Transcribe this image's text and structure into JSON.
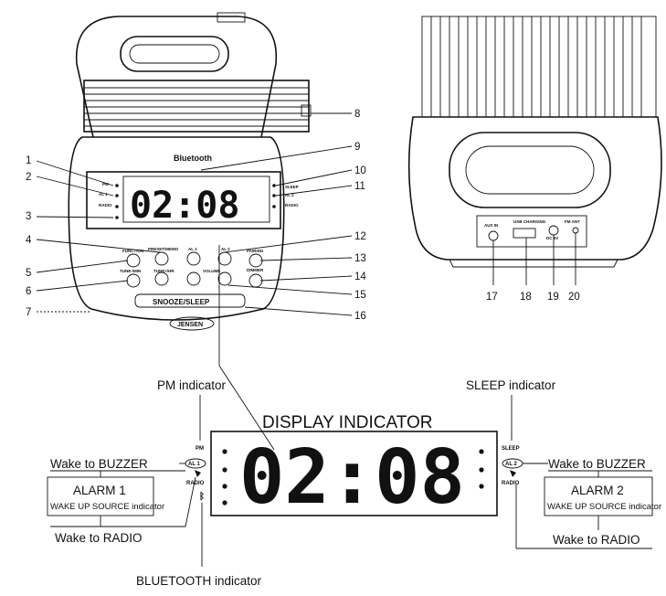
{
  "front_view": {
    "bluetooth_logo": "Bluetooth",
    "display_time": "02:08",
    "left_indicators": [
      "PM",
      "AL 1",
      "RADIO"
    ],
    "right_indicators": [
      "SLEEP",
      "AL 2",
      "RADIO"
    ],
    "buttons": {
      "function": "FUNCTION",
      "preset_mem": "PRESET/MEMO",
      "al1": "AL 1",
      "al2": "AL 2",
      "pairing": "PAIRING",
      "tune_down": "TUNE-/MIN",
      "tune_up": "TUNE+/HR",
      "volume": "VOLUME",
      "dimmer": "DIMMER",
      "snooze": "SNOOZE/SLEEP",
      "brand": "JENSEN"
    },
    "callouts_left": [
      "1",
      "2",
      "3",
      "4",
      "5",
      "6",
      "7"
    ],
    "callouts_right": [
      "8",
      "9",
      "10",
      "11",
      "12",
      "13",
      "14",
      "15",
      "16"
    ]
  },
  "rear_view": {
    "ports": {
      "aux_in": "AUX IN",
      "usb": "USB CHARGING",
      "dc": "DC 5V",
      "fm_ant": "FM ANT"
    },
    "callouts": [
      "17",
      "18",
      "19",
      "20"
    ]
  },
  "display_indicator": {
    "title": "DISPLAY INDICATOR",
    "time": "02:08",
    "pm_indicator": "PM indicator",
    "sleep_indicator": "SLEEP indicator",
    "bluetooth_indicator": "BLUETOOTH indicator",
    "pm_label": "PM",
    "sleep_label": "SLEEP",
    "al1_badge": "AL 1",
    "al2_badge": "AL 2",
    "radio_label": "RADIO",
    "wake_buzzer_left": "Wake to BUZZER",
    "wake_buzzer_right": "Wake to BUZZER",
    "wake_radio_left": "Wake to RADIO",
    "wake_radio_right": "Wake to RADIO",
    "alarm1_title": "ALARM 1",
    "alarm1_sub": "WAKE UP SOURCE indicator",
    "alarm2_title": "ALARM 2",
    "alarm2_sub": "WAKE UP SOURCE indicator"
  }
}
